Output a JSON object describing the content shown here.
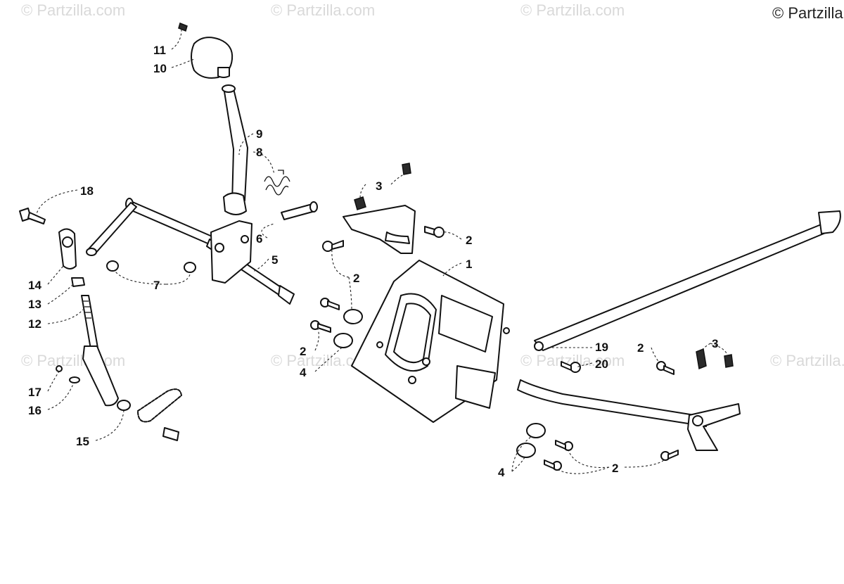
{
  "copyright": "© Partzilla.com",
  "watermark_text": "© Partzilla.com",
  "callouts": [
    {
      "id": "c11",
      "text": "11"
    },
    {
      "id": "c10",
      "text": "10"
    },
    {
      "id": "c9",
      "text": "9"
    },
    {
      "id": "c8",
      "text": "8"
    },
    {
      "id": "c18",
      "text": "18"
    },
    {
      "id": "c6",
      "text": "6"
    },
    {
      "id": "c5",
      "text": "5"
    },
    {
      "id": "c7",
      "text": "7"
    },
    {
      "id": "c14",
      "text": "14"
    },
    {
      "id": "c13",
      "text": "13"
    },
    {
      "id": "c12",
      "text": "12"
    },
    {
      "id": "c17",
      "text": "17"
    },
    {
      "id": "c16",
      "text": "16"
    },
    {
      "id": "c15",
      "text": "15"
    },
    {
      "id": "c3a",
      "text": "3"
    },
    {
      "id": "c2a",
      "text": "2"
    },
    {
      "id": "c1",
      "text": "1"
    },
    {
      "id": "c2b",
      "text": "2"
    },
    {
      "id": "c2c",
      "text": "2"
    },
    {
      "id": "c4a",
      "text": "4"
    },
    {
      "id": "c19",
      "text": "19"
    },
    {
      "id": "c20",
      "text": "20"
    },
    {
      "id": "c2d",
      "text": "2"
    },
    {
      "id": "c3b",
      "text": "3"
    },
    {
      "id": "c4b",
      "text": "4"
    },
    {
      "id": "c2e",
      "text": "2"
    }
  ]
}
